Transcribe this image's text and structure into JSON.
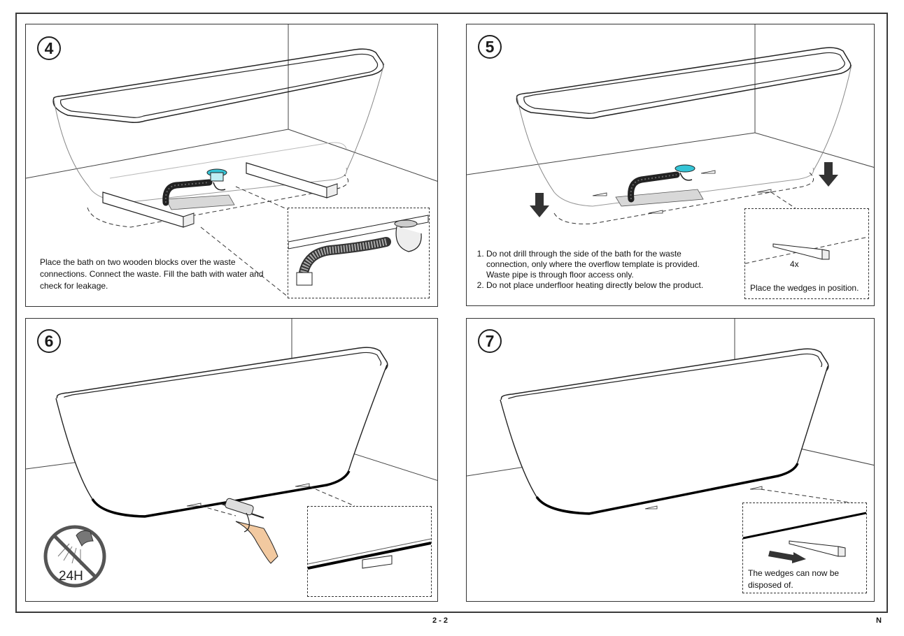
{
  "panels": {
    "p4": {
      "step": "4",
      "caption": "Place the bath on two wooden blocks over the waste connections. Connect the waste. Fill the bath with water and check for leakage."
    },
    "p5": {
      "step": "5",
      "notes": [
        "Do not drill through the side of the bath for the waste connection, only where the overflow template is provided.  Waste pipe is through floor access only.",
        "Do not place underfloor heating directly below the product."
      ],
      "inset_count": "4x",
      "inset_caption": "Place the wedges in position."
    },
    "p6": {
      "step": "6",
      "badge_text": "24H"
    },
    "p7": {
      "step": "7",
      "inset_caption": "The wedges can now be disposed of."
    }
  },
  "footer": {
    "page": "2 - 2",
    "code": "N"
  },
  "colors": {
    "line": "#222222",
    "accent_cyan": "#35c4d6",
    "arrow_dark": "#333333",
    "badge_grey": "#555555"
  }
}
